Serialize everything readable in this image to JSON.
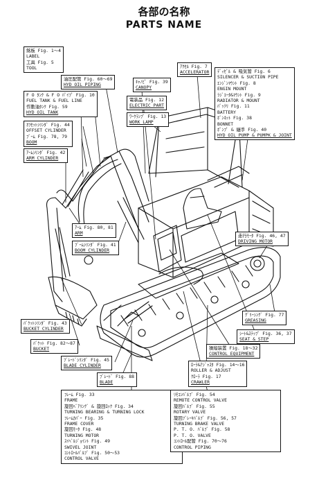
{
  "title": {
    "jp": "各部の名称",
    "en": "PARTS NAME"
  },
  "labels": {
    "label_tool": [
      "銘板 Fig. 1～4",
      "LABEL",
      "工具 Fig. 5",
      "TOOL"
    ],
    "hyd_oil_piping": [
      "油圧配管 Fig. 60～69",
      "HYD OIL PIPING"
    ],
    "fuel_tank": [
      "F O ﾀﾝｸ & F O ﾊﾟｲﾌﾟ Fig. 10",
      "FUEL TANK & FUEL LINE",
      "作動油ﾀﾝｸ Fig. 59",
      "HYD OIL TANK"
    ],
    "offset_boom": [
      "ｵﾌｾｯﾄｼﾘﾝﾀﾞ Fig. 44",
      "OFFSET CYLINDER",
      "ﾌﾞｰﾑ Fig. 78, 79",
      "BOOM"
    ],
    "arm_cylinder": [
      "ｱｰﾑｼﾘﾝﾀﾞ Fig. 42",
      "ARM CYLINDER"
    ],
    "arm": [
      "ｱｰﾑ Fig. 80, 81",
      "ARM"
    ],
    "boom_cylinder": [
      "ﾌﾞｰﾑｼﾘﾝﾀﾞ Fig. 41",
      "BOOM CYLINDER"
    ],
    "bucket_cylinder": [
      "ﾊﾞｹｯﾄｼﾘﾝﾀﾞ Fig. 43",
      "BUCKET CYLINDER"
    ],
    "bucket": [
      "ﾊﾞｹｯﾄ Fig. 82～87",
      "BUCKET"
    ],
    "blade_cylinder": [
      "ﾌﾞﾚｰﾄﾞｼﾘﾝﾀﾞ Fig. 45",
      "BLADE CYLINDER"
    ],
    "blade": [
      "ﾌﾞﾚｰﾄﾞ Fig. 88",
      "BLADE"
    ],
    "accelerator": [
      "ｱｸｾﾙ Fig. 7",
      "ACCELERATOR"
    ],
    "canopy": [
      "ｷｬﾉﾋﾟ Fig. 39",
      "CANOPY"
    ],
    "electric_part": [
      "電装品 Fig. 12",
      "ELECTRIC PART"
    ],
    "work_lamp": [
      "ﾜｰｸﾗﾝﾌﾟ Fig. 13",
      "WORK LAMP"
    ],
    "engine_group": [
      "ﾃﾞｨｾﾞﾙ & 吸気管 Fig. 6",
      "SILENCER & SUCTION PIPE",
      "ｴﾝｼﾞﾝﾏｳﾝﾄ Fig. 8",
      "ENGIN MOUNT",
      "ﾗｼﾞｴｰﾀ&ﾏｳﾝﾄ Fig. 9",
      "RADIATOR & MOUNT",
      "ﾊﾞｯﾃﾘ Fig. 11",
      "BATTERY",
      "ﾎﾞﾝﾈｯﾄ Fig. 38",
      "BONNET",
      "ﾎﾟﾝﾌﾟ & 継手 Fig. 40",
      "HYD OIL PUMP & PUMPK & JOINT"
    ],
    "driving_motor": [
      "走行ﾓｰﾀ Fig. 46, 47",
      "DRIVING MOTOR"
    ],
    "greasing": [
      "ｸﾞﾘｰｼﾝｸﾞ Fig. 77",
      "GREASING"
    ],
    "seat_step": [
      "ｼｰﾄ&ｽﾃｯﾌﾟ Fig. 36, 37",
      "SEAT & STEP"
    ],
    "control_equipment": [
      "操縦装置 Fig. 18～32",
      "CONTROL EQUIPMENT"
    ],
    "roller_crawler": [
      "ﾛｰﾗ&ｱｼﾞｬｽﾀ Fig. 14～16",
      "ROLLER & ADJUST",
      "ｸﾛｰﾗ Fig. 17",
      "CRAWLER"
    ]
  },
  "bottom_left": [
    "ﾌﾚｰﾑ Fig. 33",
    "FRAME",
    "旋回ﾍﾞｱﾘﾝｸﾞ & 旋回ﾛｯｸ Fig. 34",
    "TURNING BEARING & TURNING LOCK",
    "ﾌﾚｰﾑｶﾊﾞｰ Fig. 35",
    "FRAME COVER",
    "旋回ﾓｰﾀ Fig. 48",
    "TURNING MOTOR",
    "ｽｲﾍﾞﾙｼﾞｮｲﾝﾄ Fig. 49",
    "SWIVEL JOINT",
    "ｺﾝﾄﾛｰﾙﾊﾞﾙﾌﾞ Fig. 50～53",
    "CONTROL VALVE"
  ],
  "bottom_right": [
    "ﾘﾓｺﾝﾊﾞﾙﾌﾞ Fig. 54",
    "REMOTE CONTROL VALVE",
    "旋回ﾊﾞﾙﾌﾞ Fig. 55",
    "ROTARY VALVE",
    "旋回ﾌﾞﾚｰｷﾊﾞﾙﾌﾞ Fig. 56, 57",
    "TURNING BRAKE VALVE",
    "P. T. O. ﾊﾞﾙﾌﾞ Fig. 58",
    "P. T. O. VALVE",
    "ｺﾝﾄﾛｰﾙ配管 Fig. 70～76",
    "CONTROL PIPING"
  ]
}
